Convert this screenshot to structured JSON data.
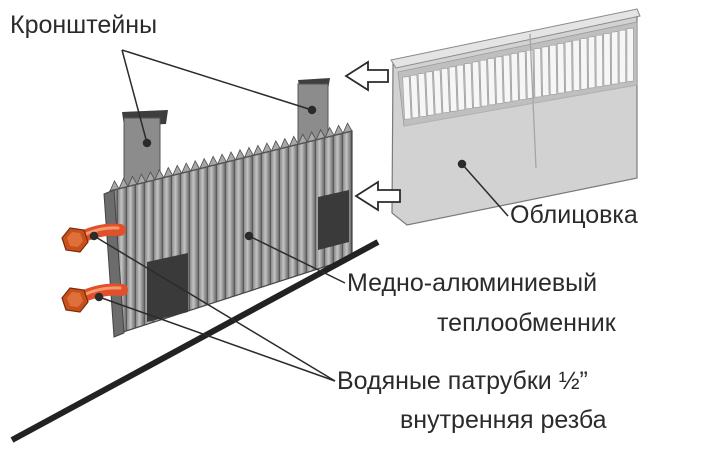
{
  "diagram": {
    "labels": {
      "brackets": "Кронштейны",
      "cladding": "Облицовка",
      "heat_exchanger_line1": "Медно-алюминиевый",
      "heat_exchanger_line2": "теплообменник",
      "pipes_line1": "Водяные патрубки ½”",
      "pipes_line2": "внутренняя резба"
    },
    "colors": {
      "cladding_fill": "#d2d2d2",
      "fins": "#9a9a9a",
      "brackets": "#8c8c8c",
      "pipes": "#e0502a",
      "nuts": "#c8501a",
      "rail": "#222222",
      "text": "#2b2b2b"
    }
  }
}
